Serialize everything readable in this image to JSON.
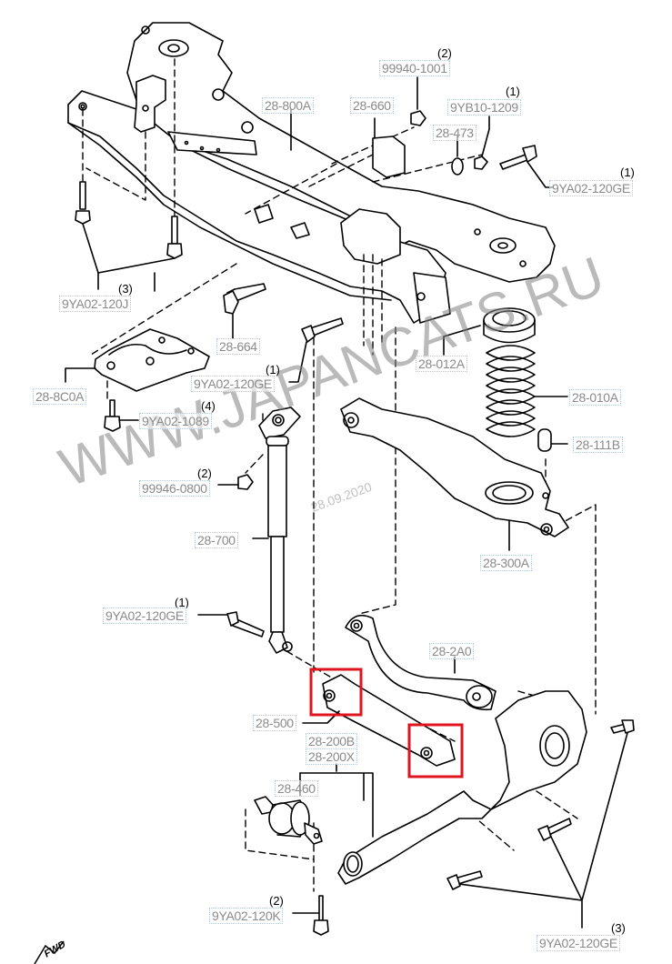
{
  "diagram": {
    "title": "Rear suspension exploded parts diagram",
    "watermark": "WWW.JAPANCATS.RU",
    "watermark_date": "28.09.2020",
    "direction_marker": "FWD",
    "highlight_color": "#e0141e",
    "label_color": "#8a8a8a",
    "labels": [
      {
        "id": "28-800A",
        "text": "28-800A",
        "qty": ""
      },
      {
        "id": "99940-1001",
        "text": "99940-1001",
        "qty": "(2)"
      },
      {
        "id": "28-660",
        "text": "28-660",
        "qty": ""
      },
      {
        "id": "9YB10-1209",
        "text": "9YB10-1209",
        "qty": "(1)"
      },
      {
        "id": "28-473",
        "text": "28-473",
        "qty": ""
      },
      {
        "id": "9YA02-120GE-top",
        "text": "9YA02-120GE",
        "qty": "(1)"
      },
      {
        "id": "9YA02-120J",
        "text": "9YA02-120J",
        "qty": "(3)"
      },
      {
        "id": "28-664",
        "text": "28-664",
        "qty": ""
      },
      {
        "id": "9YA02-120GE-mid",
        "text": "9YA02-120GE",
        "qty": "(1)"
      },
      {
        "id": "28-8C0A",
        "text": "28-8C0A",
        "qty": ""
      },
      {
        "id": "9YA02-1089",
        "text": "9YA02-1089",
        "qty": "(4)"
      },
      {
        "id": "99946-0800",
        "text": "99946-0800",
        "qty": "(2)"
      },
      {
        "id": "28-012A",
        "text": "28-012A",
        "qty": ""
      },
      {
        "id": "28-010A",
        "text": "28-010A",
        "qty": ""
      },
      {
        "id": "28-111B",
        "text": "28-111B",
        "qty": ""
      },
      {
        "id": "28-700",
        "text": "28-700",
        "qty": ""
      },
      {
        "id": "28-300A",
        "text": "28-300A",
        "qty": ""
      },
      {
        "id": "9YA02-120GE-left",
        "text": "9YA02-120GE",
        "qty": "(1)"
      },
      {
        "id": "28-2A0",
        "text": "28-2A0",
        "qty": ""
      },
      {
        "id": "28-500",
        "text": "28-500",
        "qty": ""
      },
      {
        "id": "28-200B",
        "text": "28-200B",
        "qty": ""
      },
      {
        "id": "28-200X",
        "text": "28-200X",
        "qty": ""
      },
      {
        "id": "28-460",
        "text": "28-460",
        "qty": ""
      },
      {
        "id": "9YA02-120K",
        "text": "9YA02-120K",
        "qty": "(2)"
      },
      {
        "id": "9YA02-120GE-bottom",
        "text": "9YA02-120GE",
        "qty": "(3)"
      }
    ],
    "highlights": [
      {
        "name": "highlight-28-500-front-bushing",
        "part": "28-500"
      },
      {
        "name": "highlight-28-500-rear-bushing",
        "part": "28-500"
      }
    ]
  }
}
